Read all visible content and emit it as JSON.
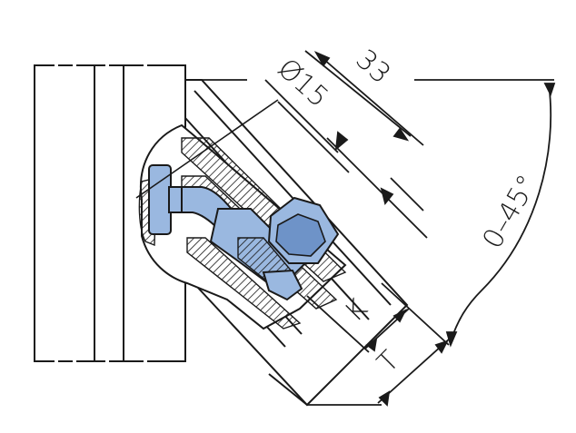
{
  "drawing": {
    "dimensions": {
      "diameter": "Ø15",
      "length": "33",
      "angle": "0–45°",
      "k": "K",
      "t": "T"
    },
    "colors": {
      "line": "#1a1a1a",
      "part_fill": "#9ab8e0",
      "part_dark": "#6e93c8",
      "profile_fill": "#ffffff",
      "hatch": "#1a1a1a"
    }
  }
}
